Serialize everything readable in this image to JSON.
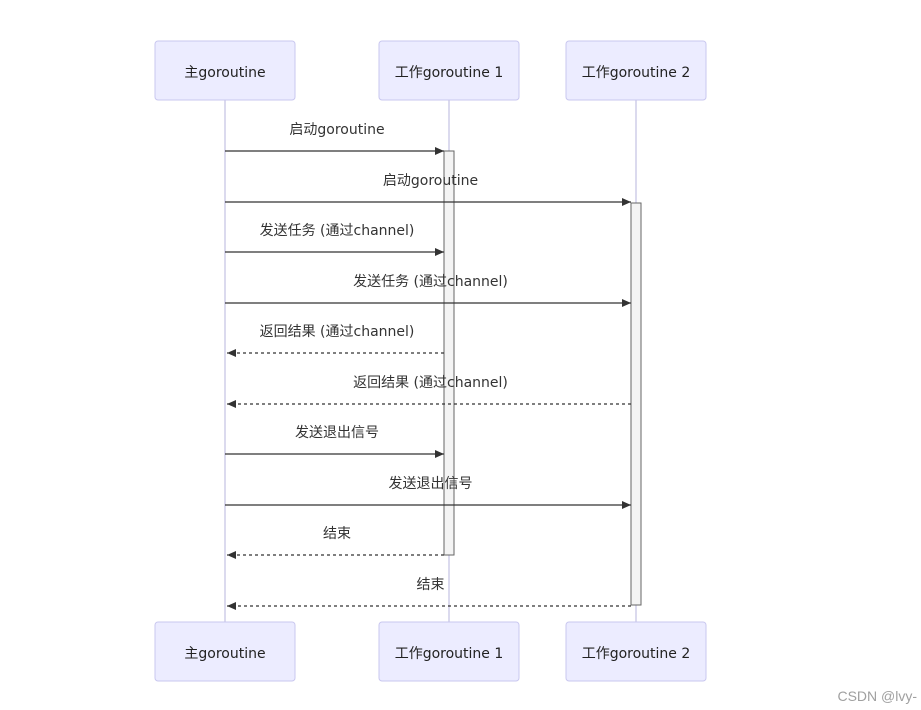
{
  "participants": [
    {
      "id": "main",
      "label": "主goroutine"
    },
    {
      "id": "w1",
      "label": "工作goroutine 1"
    },
    {
      "id": "w2",
      "label": "工作goroutine 2"
    }
  ],
  "messages": [
    {
      "from": "main",
      "to": "w1",
      "label": "启动goroutine",
      "style": "solid"
    },
    {
      "from": "main",
      "to": "w2",
      "label": "启动goroutine",
      "style": "solid"
    },
    {
      "from": "main",
      "to": "w1",
      "label": "发送任务 (通过channel)",
      "style": "solid"
    },
    {
      "from": "main",
      "to": "w2",
      "label": "发送任务 (通过channel)",
      "style": "solid"
    },
    {
      "from": "w1",
      "to": "main",
      "label": "返回结果 (通过channel)",
      "style": "dashed"
    },
    {
      "from": "w2",
      "to": "main",
      "label": "返回结果 (通过channel)",
      "style": "dashed"
    },
    {
      "from": "main",
      "to": "w1",
      "label": "发送退出信号",
      "style": "solid"
    },
    {
      "from": "main",
      "to": "w2",
      "label": "发送退出信号",
      "style": "solid"
    },
    {
      "from": "w1",
      "to": "main",
      "label": "结束",
      "style": "dashed"
    },
    {
      "from": "w2",
      "to": "main",
      "label": "结束",
      "style": "dashed"
    }
  ],
  "watermark": "CSDN @lvy-"
}
